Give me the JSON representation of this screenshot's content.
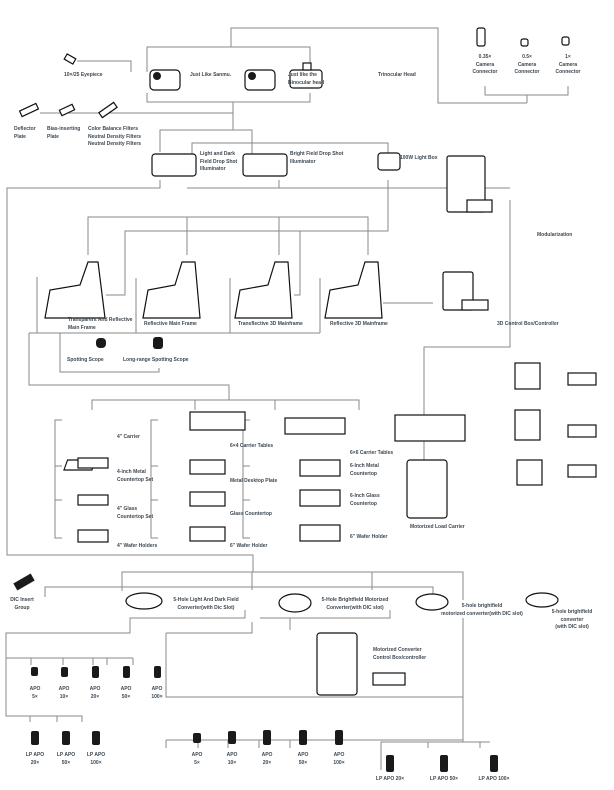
{
  "heads": {
    "eyepiece": "10×/25 Eyepiece",
    "head1": "Just Like Sanmu.",
    "head2": [
      "Just like the",
      "Binocular head"
    ],
    "head3": "Trinocular Head"
  },
  "cameras": [
    {
      "l1": "0.35×",
      "l2": "Camera",
      "l3": "Connector"
    },
    {
      "l1": "0.5×",
      "l2": "Camera",
      "l3": "Connector"
    },
    {
      "l1": "1×",
      "l2": "Camera",
      "l3": "Connector"
    }
  ],
  "filters": {
    "deflector": [
      "Deflector",
      "Plate"
    ],
    "bias": [
      "Bias-inserting",
      "Plate"
    ],
    "color": [
      "Color Balance Filters",
      "Neutral Density Filters",
      "Neutral Density Filters"
    ]
  },
  "illuminators": {
    "ldf": [
      "Light and Dark",
      "Field Drop Shot",
      "Illuminator"
    ],
    "bf": [
      "Bright Field Drop Shot",
      "Illuminator"
    ],
    "lightbox": "100W Light Box",
    "modular": "Modularization"
  },
  "frames": {
    "f1": [
      "Transparent And Reflective",
      "Main Frame"
    ],
    "f2": "Reflective Main Frame",
    "f3": "Transflective 3D Mainframe",
    "f4": "Reflective 3D Mainframe",
    "ctrl": "3D Control Box/Controller"
  },
  "scopes": {
    "s1": "Spotting Scope",
    "s2": "Long-range Spotting Scope"
  },
  "carriers": {
    "g1": [
      [
        "4\" Carrier"
      ],
      [
        "4-inch Metal",
        "Countertop Set"
      ],
      [
        "4\" Glass",
        "Countertop Set"
      ],
      [
        "4\" Wafer Holders"
      ]
    ],
    "g2": [
      "6×4 Carrier Tables",
      "Metal Desktop Plate",
      "Glass Countertop",
      "6\" Wafer Holder"
    ],
    "g3": [
      [
        "6×6 Carrier Tables"
      ],
      [
        "6-Inch Metal",
        "Countertop"
      ],
      [
        "6-Inch Glass",
        "Countertop"
      ],
      [
        "6\" Wafer Holder"
      ]
    ],
    "motor": "Motorized Load Carrier"
  },
  "converters": {
    "dic": [
      "DIC Insert",
      "Group"
    ],
    "c1": [
      "5-Hole Light And Dark Field",
      "Converter(with Dic Slot)"
    ],
    "c2": [
      "5-Hole Brightfield Motorized",
      "Converter(with DIC slot)"
    ],
    "c3": [
      "5-hole brightfield",
      "motorized converter(with DIC slot)"
    ],
    "c4": [
      "5-hole brightfield",
      "converter",
      "(with DIC slot)"
    ],
    "box": [
      "Motorized Converter",
      "Control Box/controller"
    ]
  },
  "objectives": {
    "row1": [
      [
        "APO",
        "5×"
      ],
      [
        "APO",
        "10×"
      ],
      [
        "APO",
        "20×"
      ],
      [
        "APO",
        "50×"
      ],
      [
        "APO",
        "100×"
      ]
    ],
    "row2": [
      [
        "LP APO",
        "20×"
      ],
      [
        "LP APO",
        "50×"
      ],
      [
        "LP APO",
        "100×"
      ]
    ],
    "row3": [
      [
        "APO",
        "5×"
      ],
      [
        "APO",
        "10×"
      ],
      [
        "APO",
        "20×"
      ],
      [
        "APO",
        "50×"
      ],
      [
        "APO",
        "100×"
      ]
    ],
    "row4": [
      "LP APO 20×",
      "LP APO 50×",
      "LP APO 100×"
    ]
  }
}
